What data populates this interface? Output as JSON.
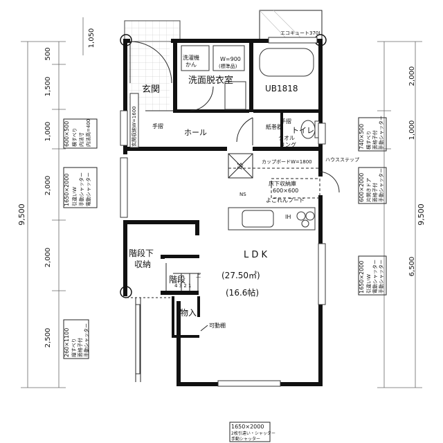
{
  "rooms": {
    "entrance": "玄関",
    "washroom": "洗面脱衣室",
    "bath": "UB1818",
    "hall": "ホール",
    "toilet": "トイレ",
    "ldk": "L D K",
    "ldk_area_m2": "(27.50㎡)",
    "ldk_area_jo": "(16.6帖)",
    "stair_storage_1": "階段下",
    "stair_storage_2": "収納",
    "stairs": "階段",
    "closet": "物入"
  },
  "annotations": {
    "washer": "洗濯機",
    "washer_2": "かん",
    "w900": "W=900",
    "std": "(標準品)",
    "handrail_hall": "手摺",
    "handrail_toilet": "手摺",
    "paper_holder": "紙巻器",
    "towel_ring_1": "タオル",
    "towel_ring_2": "リング",
    "cupboard": "カップボードW=1800",
    "house_step": "ハウスステップ",
    "floor_storage_1": "床下収納庫",
    "floor_storage_2": "600×600",
    "range_hood": "よごれんフード",
    "fridge": "冷",
    "ih": "IH",
    "ns": "NS",
    "movable_shelf": "可動棚",
    "genkan_storage": "玄関収納W=1600",
    "aircon": "エコキュート370L",
    "stair_numbers": "4 3 2 1",
    "stair_note": "上"
  },
  "dimensions": {
    "left_total": "9,500",
    "left_segments": [
      "500",
      "1,500",
      "1,000",
      "2,000",
      "2,000",
      "2,500"
    ],
    "left_top": "1,050",
    "right_total": "9,500",
    "right_upper": "2,000",
    "right_upper_2": "1,000",
    "right_lower": "6,500"
  },
  "windows": {
    "left_1": {
      "size": "600×500",
      "lines": [
        "横すべり",
        "内法寸",
        "内法高=400"
      ]
    },
    "left_2": {
      "size": "1650×2000",
      "lines": [
        "引違いW",
        "手動シャッター",
        "電動シャッター"
      ]
    },
    "left_3": {
      "size": "260×1100",
      "lines": [
        "縦すべり",
        "面格子付",
        "手動シャッター"
      ]
    },
    "right_1": {
      "size": "740×500",
      "lines": [
        "横すべり",
        "面格子付",
        "手動シャッター"
      ]
    },
    "right_2": {
      "size": "600×2000",
      "lines": [
        "片開きドア",
        "面格子付",
        "手動シャッター"
      ]
    },
    "right_3": {
      "size": "1650×2000",
      "lines": [
        "引違いW",
        "電動シャッター",
        "手動シャッター"
      ]
    },
    "bottom": {
      "size": "1650×2000",
      "lines": [
        "2枚引違い・シャッター",
        "手動シャッター"
      ]
    }
  }
}
